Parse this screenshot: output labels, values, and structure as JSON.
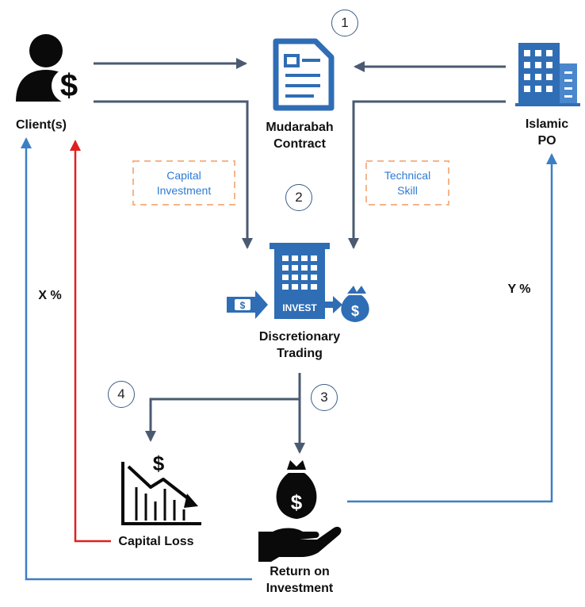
{
  "nodes": {
    "client": {
      "label": "Client(s)"
    },
    "contract": {
      "label_line1": "Mudarabah",
      "label_line2": "Contract"
    },
    "po": {
      "label_line1": "Islamic",
      "label_line2": "PO"
    },
    "trading": {
      "label_line1": "Discretionary",
      "label_line2": "Trading",
      "icon_text": "INVEST"
    },
    "loss": {
      "label": "Capital Loss"
    },
    "roi": {
      "label_line1": "Return on",
      "label_line2": "Investment"
    }
  },
  "flows": {
    "capital_investment": {
      "line1": "Capital",
      "line2": "Investment"
    },
    "technical_skill": {
      "line1": "Technical",
      "line2": "Skill"
    },
    "client_share": "X %",
    "po_share": "Y %"
  },
  "steps": [
    "1",
    "2",
    "3",
    "4"
  ],
  "colors": {
    "arrow": "#4a5a70",
    "blue_line": "#3b7fc4",
    "loss_line": "#e02020",
    "icon_blue": "#2f6db5",
    "dashed_box": "#f5b58a",
    "tag_text": "#2e7bd3"
  }
}
